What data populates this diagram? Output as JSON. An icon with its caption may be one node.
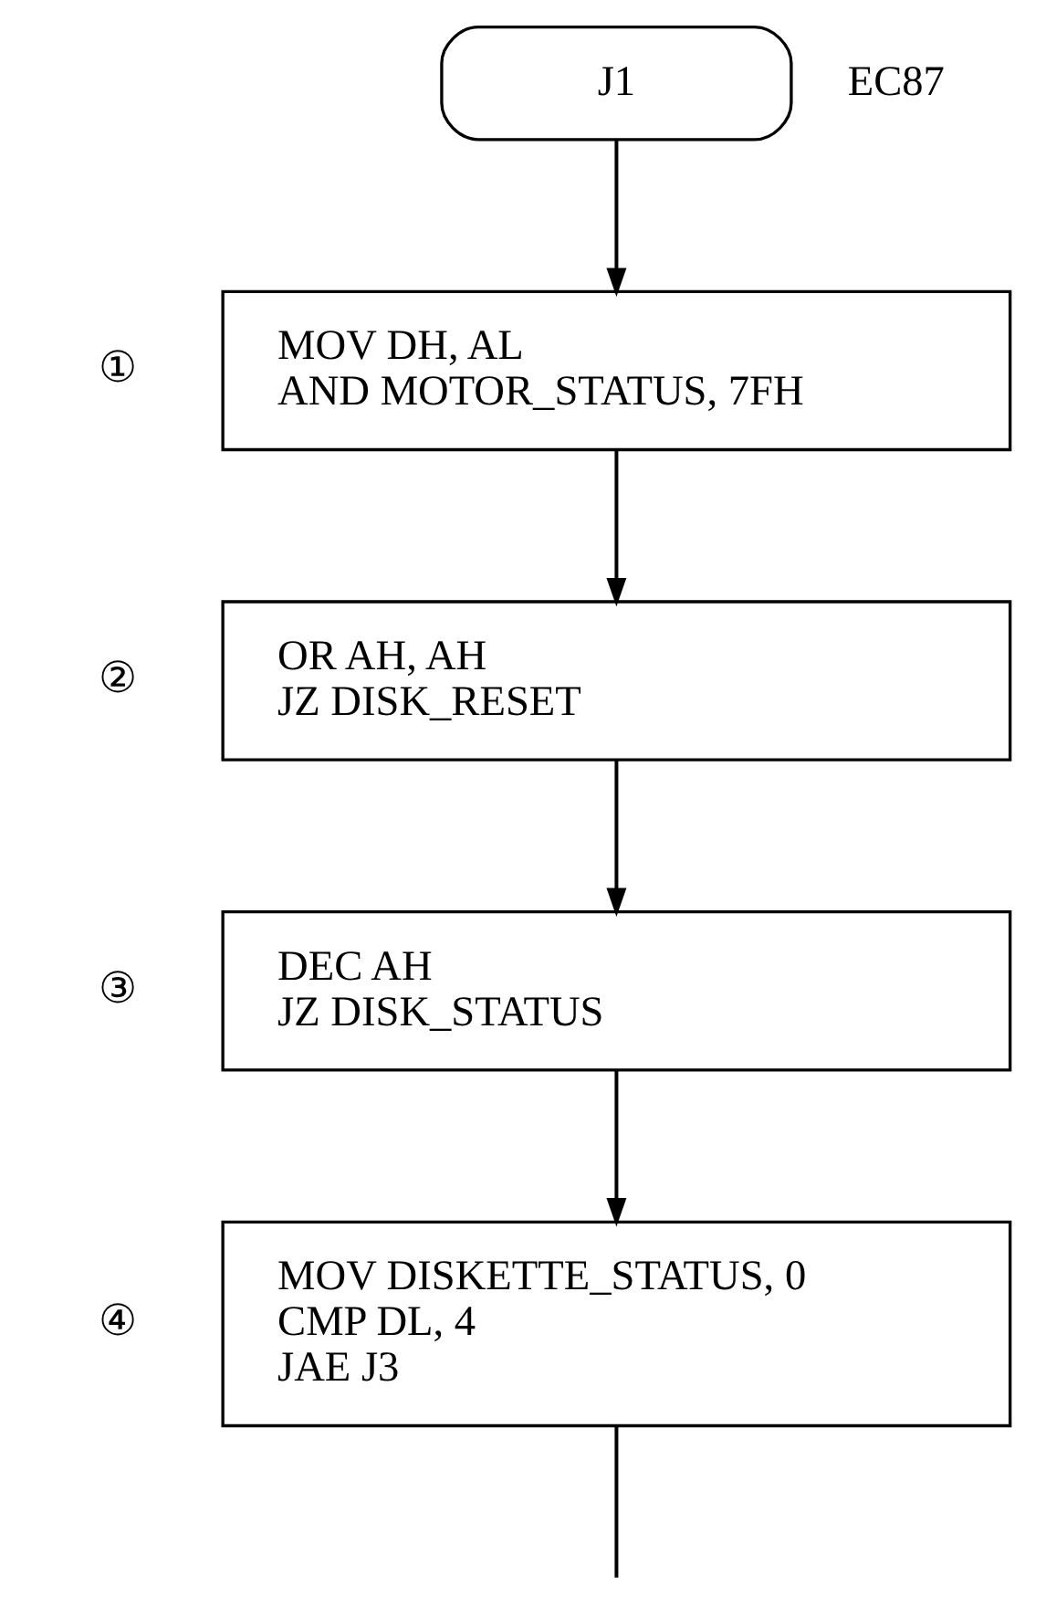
{
  "diagram": {
    "nodes": [
      {
        "text": [
          "J1"
        ],
        "beside": [
          "EC87"
        ]
      },
      {
        "text": [
          "MOV DH, AL",
          "AND MOTOR_STATUS, 7FH"
        ],
        "beside": [
          "①"
        ]
      },
      {
        "text": [
          "OR AH, AH",
          "JZ DISK_RESET"
        ],
        "beside": [
          "②"
        ]
      },
      {
        "text": [
          "DEC AH",
          "JZ DISK_STATUS"
        ],
        "beside": [
          "③"
        ]
      },
      {
        "text": [
          "MOV DISKETTE_STATUS, 0",
          "CMP DL, 4",
          "JAE J3"
        ],
        "beside": [
          "④"
        ]
      }
    ],
    "edges": [
      {
        "from": 0,
        "to": 1,
        "arrow": "to"
      },
      {
        "from": 1,
        "to": 2,
        "arrow": "to"
      },
      {
        "from": 2,
        "to": 3,
        "arrow": "to"
      },
      {
        "from": 3,
        "to": 4,
        "arrow": "to"
      },
      {
        "from": 4,
        "to": null,
        "arrow": "none"
      }
    ]
  }
}
